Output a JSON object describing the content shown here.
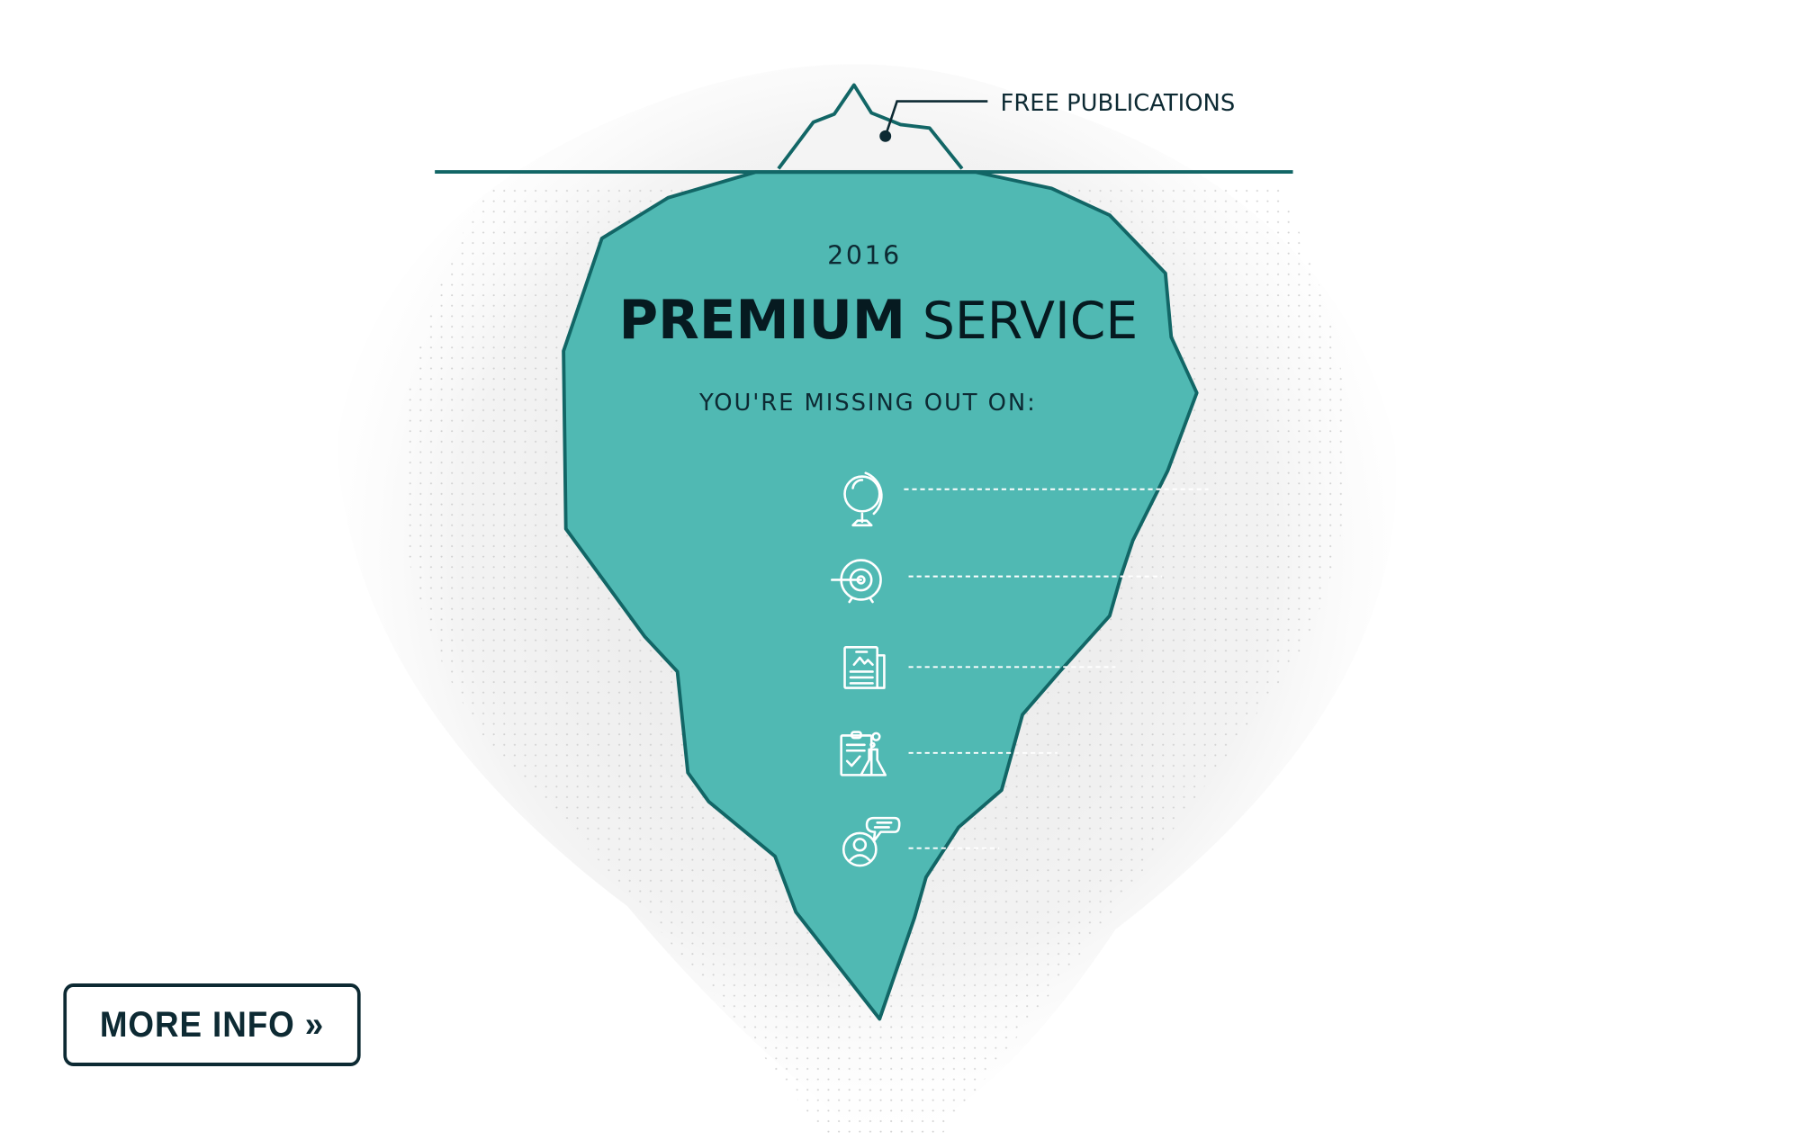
{
  "callout": {
    "label": "FREE PUBLICATIONS"
  },
  "iceberg": {
    "year": "2016",
    "title_bold": "PREMIUM",
    "title_light": "SERVICE",
    "subtitle": "YOU'RE MISSING OUT ON:"
  },
  "features": [
    {
      "icon": "globe-icon"
    },
    {
      "icon": "target-icon"
    },
    {
      "icon": "newspaper-icon"
    },
    {
      "icon": "clipboard-flask-icon"
    },
    {
      "icon": "person-chat-icon"
    }
  ],
  "cta": {
    "label": "MORE INFO »"
  },
  "colors": {
    "ice": "#50b9b3",
    "outline": "#126666",
    "text": "#0d2a33",
    "button": "#0d2a33"
  }
}
